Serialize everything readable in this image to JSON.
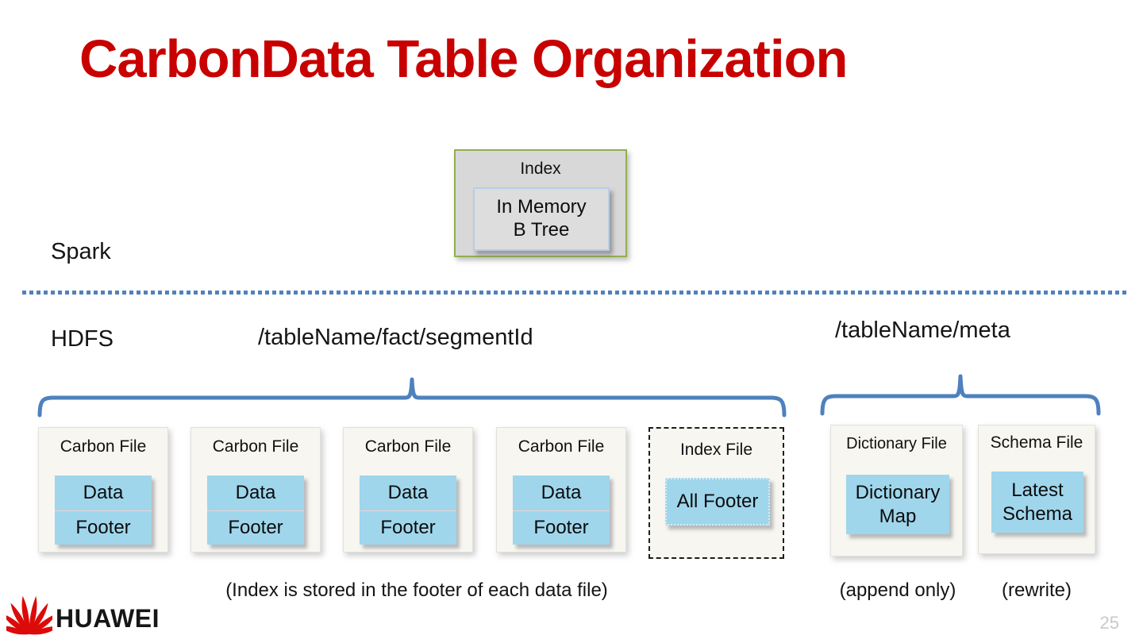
{
  "slide": {
    "title": "CarbonData Table Organization",
    "page_number": "25",
    "brand": "HUAWEI",
    "brand_logo_icon": "huawei-flower-logo"
  },
  "layers": {
    "spark_label": "Spark",
    "hdfs_label": "HDFS",
    "fact_path": "/tableName/fact/segmentId",
    "meta_path": "/tableName/meta"
  },
  "index_group": {
    "label": "Index",
    "inner_line1": "In Memory",
    "inner_line2": "B Tree"
  },
  "files": {
    "carbon_files": [
      {
        "label": "Carbon File",
        "parts": [
          "Data",
          "Footer"
        ]
      },
      {
        "label": "Carbon File",
        "parts": [
          "Data",
          "Footer"
        ]
      },
      {
        "label": "Carbon File",
        "parts": [
          "Data",
          "Footer"
        ]
      },
      {
        "label": "Carbon File",
        "parts": [
          "Data",
          "Footer"
        ]
      }
    ],
    "index_file": {
      "label": "Index File",
      "part": "All Footer"
    },
    "dictionary_file": {
      "label": "Dictionary File",
      "part_line1": "Dictionary",
      "part_line2": "Map"
    },
    "schema_file": {
      "label": "Schema File",
      "part_line1": "Latest",
      "part_line2": "Schema"
    }
  },
  "captions": {
    "index_note": "(Index is stored in the footer of each data file)",
    "append_note": "(append only)",
    "rewrite_note": "(rewrite)"
  },
  "colors": {
    "title_red": "#C80000",
    "accent_blue": "#4E81BD",
    "chip_blue": "#9FD6EC",
    "box_cream": "#F7F6F0",
    "index_gray": "#D8D8D8",
    "olive_border": "#93AE4F",
    "huawei_red": "#DD0A0A"
  }
}
